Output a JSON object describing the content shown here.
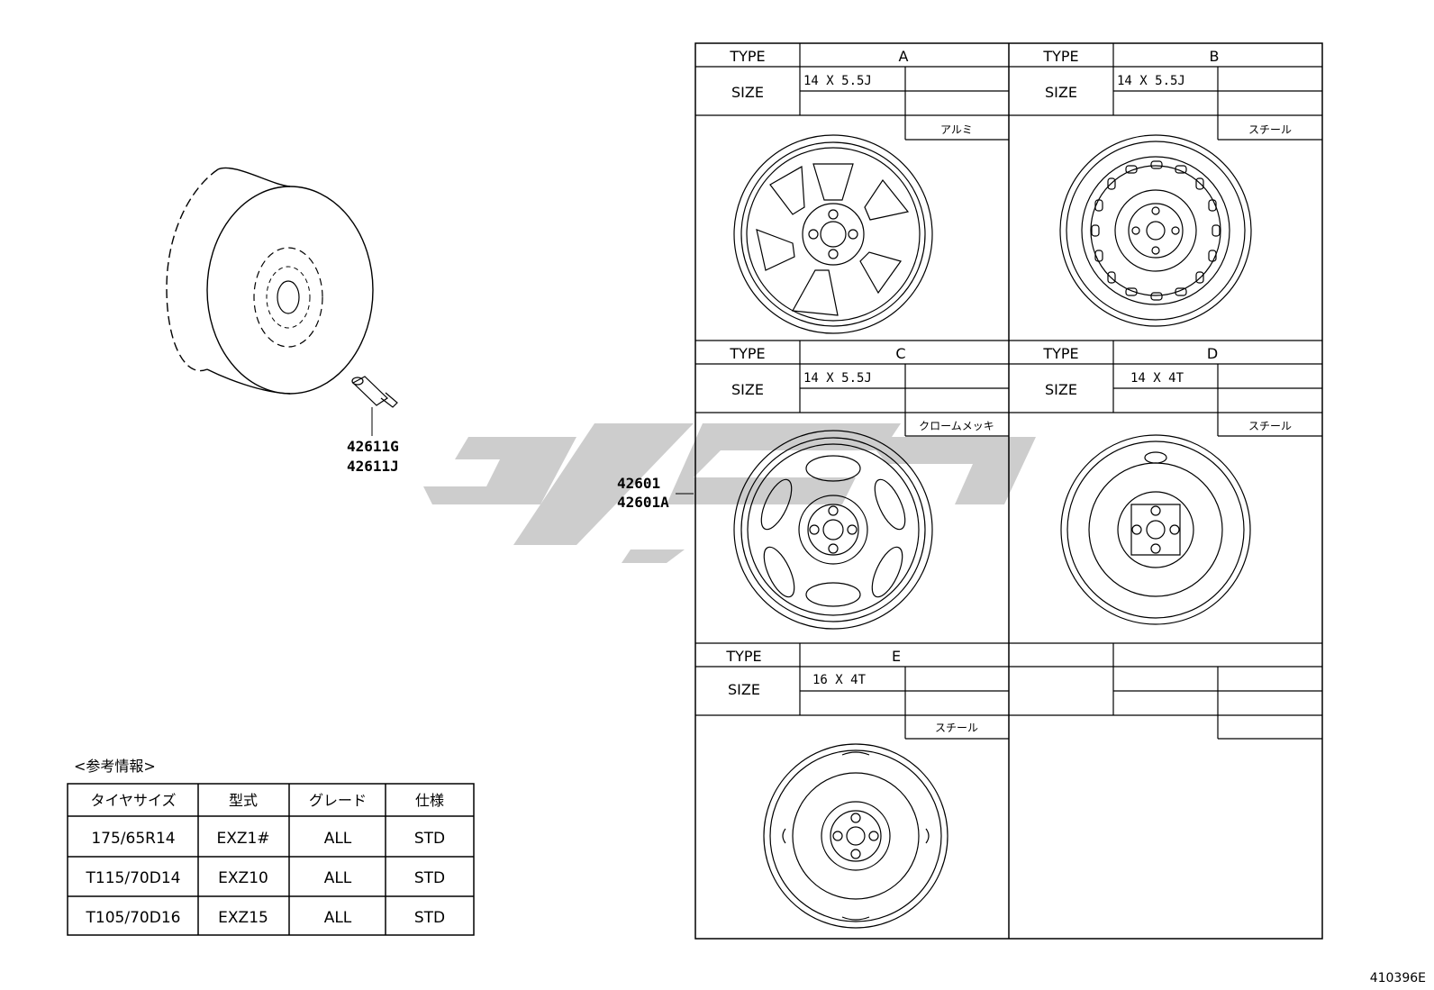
{
  "parts": {
    "valve_parts": [
      "42611G",
      "42611J"
    ],
    "wheel_parts": [
      "42601",
      "42601A"
    ]
  },
  "wheel_types": [
    {
      "type_label": "TYPE",
      "type": "A",
      "size_label": "SIZE",
      "size": "14 X 5.5J",
      "material": "アルミ"
    },
    {
      "type_label": "TYPE",
      "type": "B",
      "size_label": "SIZE",
      "size": "14 X 5.5J",
      "material": "スチール"
    },
    {
      "type_label": "TYPE",
      "type": "C",
      "size_label": "SIZE",
      "size": "14 X 5.5J",
      "material": "クロームメッキ"
    },
    {
      "type_label": "TYPE",
      "type": "D",
      "size_label": "SIZE",
      "size": "14 X 4T",
      "material": "スチール"
    },
    {
      "type_label": "TYPE",
      "type": "E",
      "size_label": "SIZE",
      "size": "16 X 4T",
      "material": "スチール"
    }
  ],
  "reference": {
    "title": "<参考情報>",
    "headers": [
      "タイヤサイズ",
      "型式",
      "グレード",
      "仕様"
    ],
    "rows": [
      [
        "175/65R14",
        "EXZ1#",
        "ALL",
        "STD"
      ],
      [
        "T115/70D14",
        "EXZ10",
        "ALL",
        "STD"
      ],
      [
        "T105/70D16",
        "EXZ15",
        "ALL",
        "STD"
      ]
    ]
  },
  "diagram_id": "410396E"
}
